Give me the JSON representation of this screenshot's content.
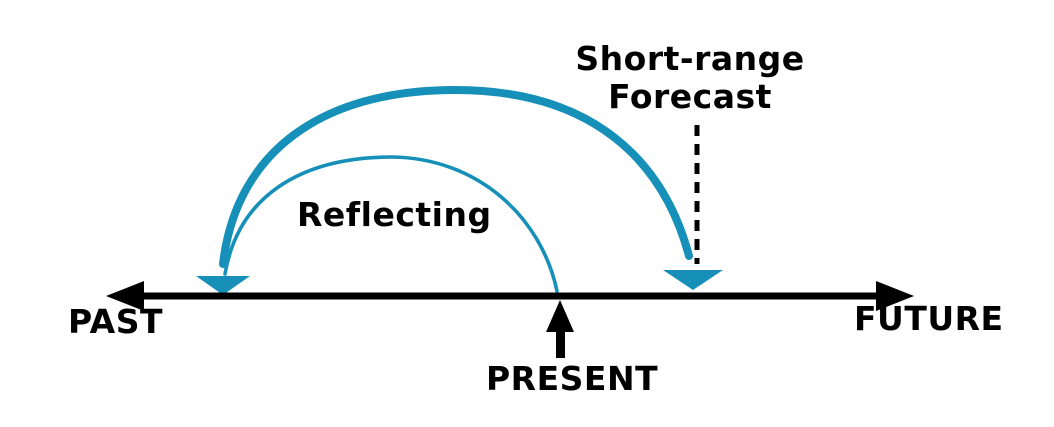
{
  "diagram_title": "Reflecting and Short-range Forecast timeline",
  "colors": {
    "arc_teal": "#1690B8",
    "line_black": "#000000",
    "background": "#FFFFFF",
    "text": "#000000"
  },
  "timeline": {
    "past_label": "PAST",
    "present_label": "PRESENT",
    "future_label": "FUTURE"
  },
  "arcs": {
    "reflecting_label": "Reflecting",
    "forecast_label_line1": "Short-range",
    "forecast_label_line2": "Forecast"
  }
}
